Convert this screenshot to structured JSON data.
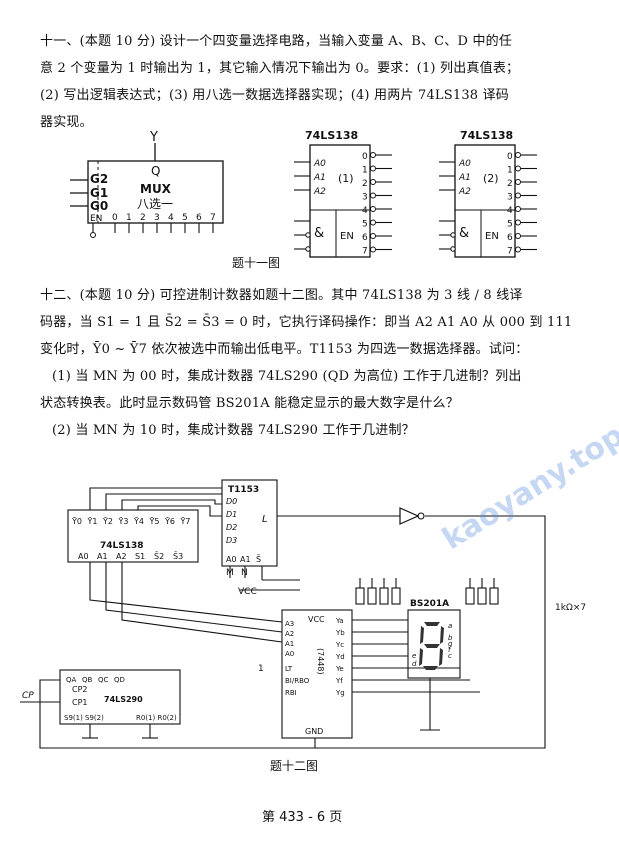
{
  "q11": {
    "line1": "十一、(本题 10 分) 设计一个四变量选择电路，当输入变量 A、B、C、D 中的任",
    "line2": "意 2 个变量为 1 时输出为 1，其它输入情况下输出为 0。要求：(1) 列出真值表；",
    "line3": "(2) 写出逻辑表达式；(3) 用八选一数据选择器实现；(4) 用两片 74LS138 译码",
    "line4": "器实现。"
  },
  "fig11": {
    "mux": {
      "out_y": "Y",
      "out_q": "Q",
      "g2": "G2",
      "g1": "G1",
      "g0": "G0",
      "name": "MUX",
      "name_cn": "八选一",
      "en": "EN",
      "d_inputs": [
        "0",
        "1",
        "2",
        "3",
        "4",
        "5",
        "6",
        "7"
      ]
    },
    "dec1": {
      "title": "74LS138",
      "index": "(1)",
      "a_inputs": [
        "A0",
        "A1",
        "A2"
      ],
      "amp": "&",
      "en": "EN",
      "outputs": [
        "0",
        "1",
        "2",
        "3",
        "4",
        "5",
        "6",
        "7"
      ]
    },
    "dec2": {
      "title": "74LS138",
      "index": "(2)",
      "a_inputs": [
        "A0",
        "A1",
        "A2"
      ],
      "amp": "&",
      "en": "EN",
      "outputs": [
        "0",
        "1",
        "2",
        "3",
        "4",
        "5",
        "6",
        "7"
      ]
    },
    "caption": "题十一图"
  },
  "q12": {
    "line1": "十二、(本题 10 分) 可控进制计数器如题十二图。其中 74LS138 为 3 线 / 8 线译",
    "line2": "码器，当 S1 = 1 且 S̄2 = S̄3 = 0 时，它执行译码操作：即当 A2 A1 A0 从 000 到 111",
    "line3": "变化时，Ȳ0 ~ Ȳ7 依次被选中而输出低电平。T1153 为四选一数据选择器。试问：",
    "line4": "(1) 当 MN 为 00 时，集成计数器 74LS290 (QD 为高位) 工作于几进制？列出",
    "line5": "状态转换表。此时显示数码管 BS201A 能稳定显示的最大数字是什么？",
    "line6": "(2) 当 MN 为 10 时，集成计数器 74LS290 工作于几进制？"
  },
  "fig12": {
    "decoder": {
      "title": "74LS138",
      "outputs": [
        "Ȳ0",
        "Ȳ1",
        "Ȳ2",
        "Ȳ3",
        "Ȳ4",
        "Ȳ5",
        "Ȳ6",
        "Ȳ7"
      ],
      "inputs": [
        "A0",
        "A1",
        "A2",
        "S1",
        "S̄2",
        "S̄3"
      ]
    },
    "mux": {
      "title": "T1153",
      "inputs": [
        "D0",
        "D1",
        "D2",
        "D3"
      ],
      "out": "L",
      "sel": [
        "A0",
        "A1",
        "S̄"
      ],
      "mn": [
        "M",
        "N"
      ]
    },
    "vcc": "VCC",
    "bcd": {
      "label": "(7448)",
      "vcc": "VCC",
      "inputs": [
        "A3",
        "A2",
        "A1",
        "A0"
      ],
      "ctrl": [
        "LT",
        "BI/RBO",
        "RBI"
      ],
      "outputs": [
        "Ya",
        "Yb",
        "Yc",
        "Yd",
        "Ye",
        "Yf",
        "Yg"
      ],
      "gnd": "GND",
      "lt_val": "1"
    },
    "display": {
      "title": "BS201A",
      "segs": [
        "a",
        "b",
        "c",
        "d",
        "e",
        "f",
        "g"
      ]
    },
    "res": "1kΩ×7",
    "counter": {
      "title": "74LS290",
      "q": [
        "QA",
        "QB",
        "QC",
        "QD"
      ],
      "cp": [
        "CP2",
        "CP1"
      ],
      "s": "S9(1) S9(2)",
      "r": "R0(1) R0(2)"
    },
    "cp_in": "CP",
    "caption": "题十二图"
  },
  "footer": "第 433 - 6 页",
  "watermark": "kaoyany.top"
}
